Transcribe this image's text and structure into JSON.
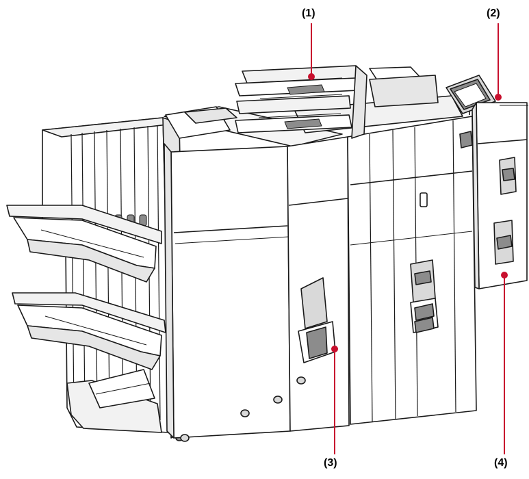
{
  "callouts": [
    {
      "id": 1,
      "label": "(1)",
      "color": "#c8102e"
    },
    {
      "id": 2,
      "label": "(2)",
      "color": "#c8102e"
    },
    {
      "id": 3,
      "label": "(3)",
      "color": "#c8102e"
    },
    {
      "id": 4,
      "label": "(4)",
      "color": "#c8102e"
    }
  ],
  "colors": {
    "outline": "#1a1a1a",
    "body_fill": "#ffffff",
    "shade": "#d9d9d9",
    "dark_shade": "#8c8c8c",
    "callout": "#c8102e"
  }
}
